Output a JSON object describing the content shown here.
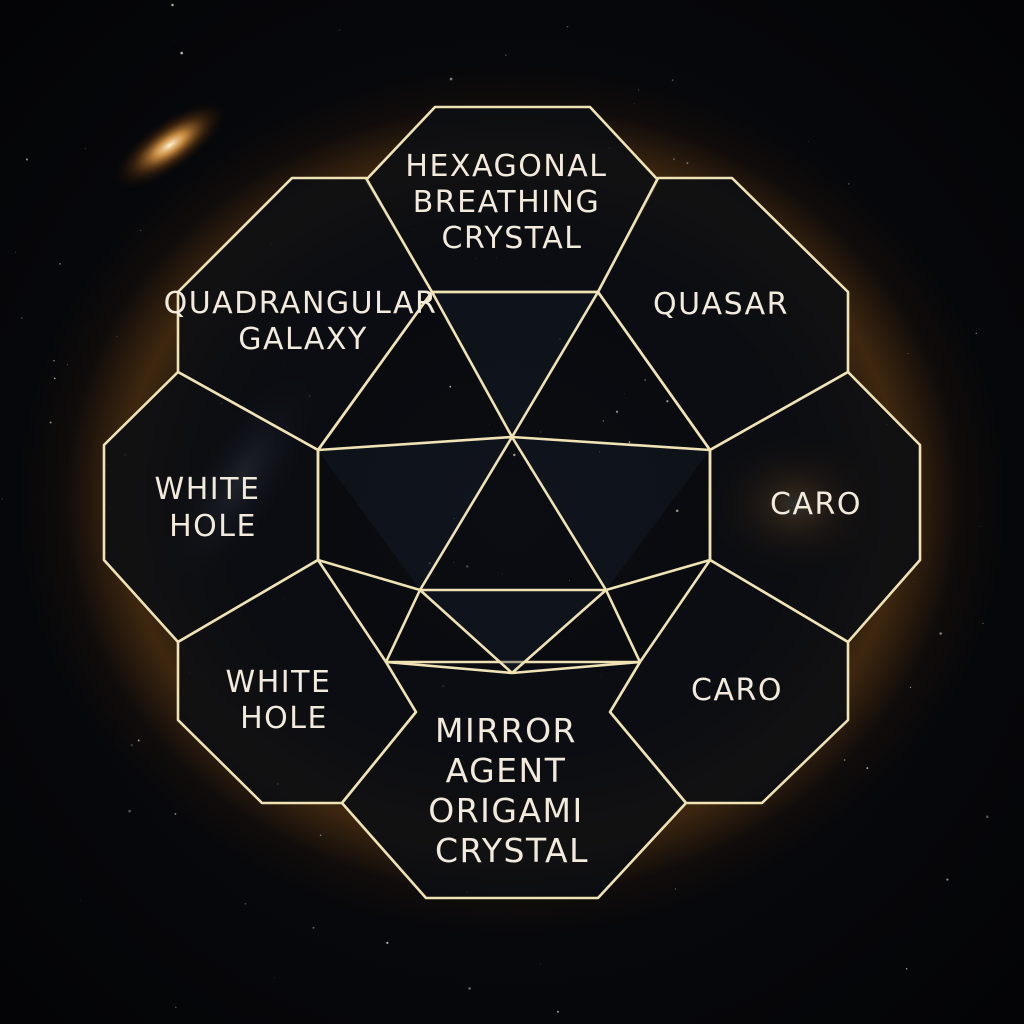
{
  "diagram": {
    "cells": [
      {
        "id": "top",
        "lines": [
          "HEXAGONAL",
          "BREATHING",
          "CRYSTAL"
        ]
      },
      {
        "id": "upper-left",
        "lines": [
          "QUADRANGULAR",
          "GALAXY"
        ]
      },
      {
        "id": "upper-right",
        "lines": [
          "QUASAR"
        ]
      },
      {
        "id": "left",
        "lines": [
          "WHITE",
          "HOLE"
        ]
      },
      {
        "id": "right",
        "lines": [
          "CARO"
        ]
      },
      {
        "id": "lower-left",
        "lines": [
          "WHITE",
          "HOLE"
        ]
      },
      {
        "id": "lower-right",
        "lines": [
          "CARO"
        ]
      },
      {
        "id": "bottom",
        "lines": [
          "MIRROR",
          "AGENT",
          "ORIGAMI",
          "CRYSTAL"
        ]
      }
    ],
    "colors": {
      "background": "#07080b",
      "line": "#efe3b6",
      "text": "#f2eadc",
      "halo": "#b8741f",
      "galaxy_glow": "#e8a24a",
      "nebula": "#9fb0cf"
    }
  }
}
